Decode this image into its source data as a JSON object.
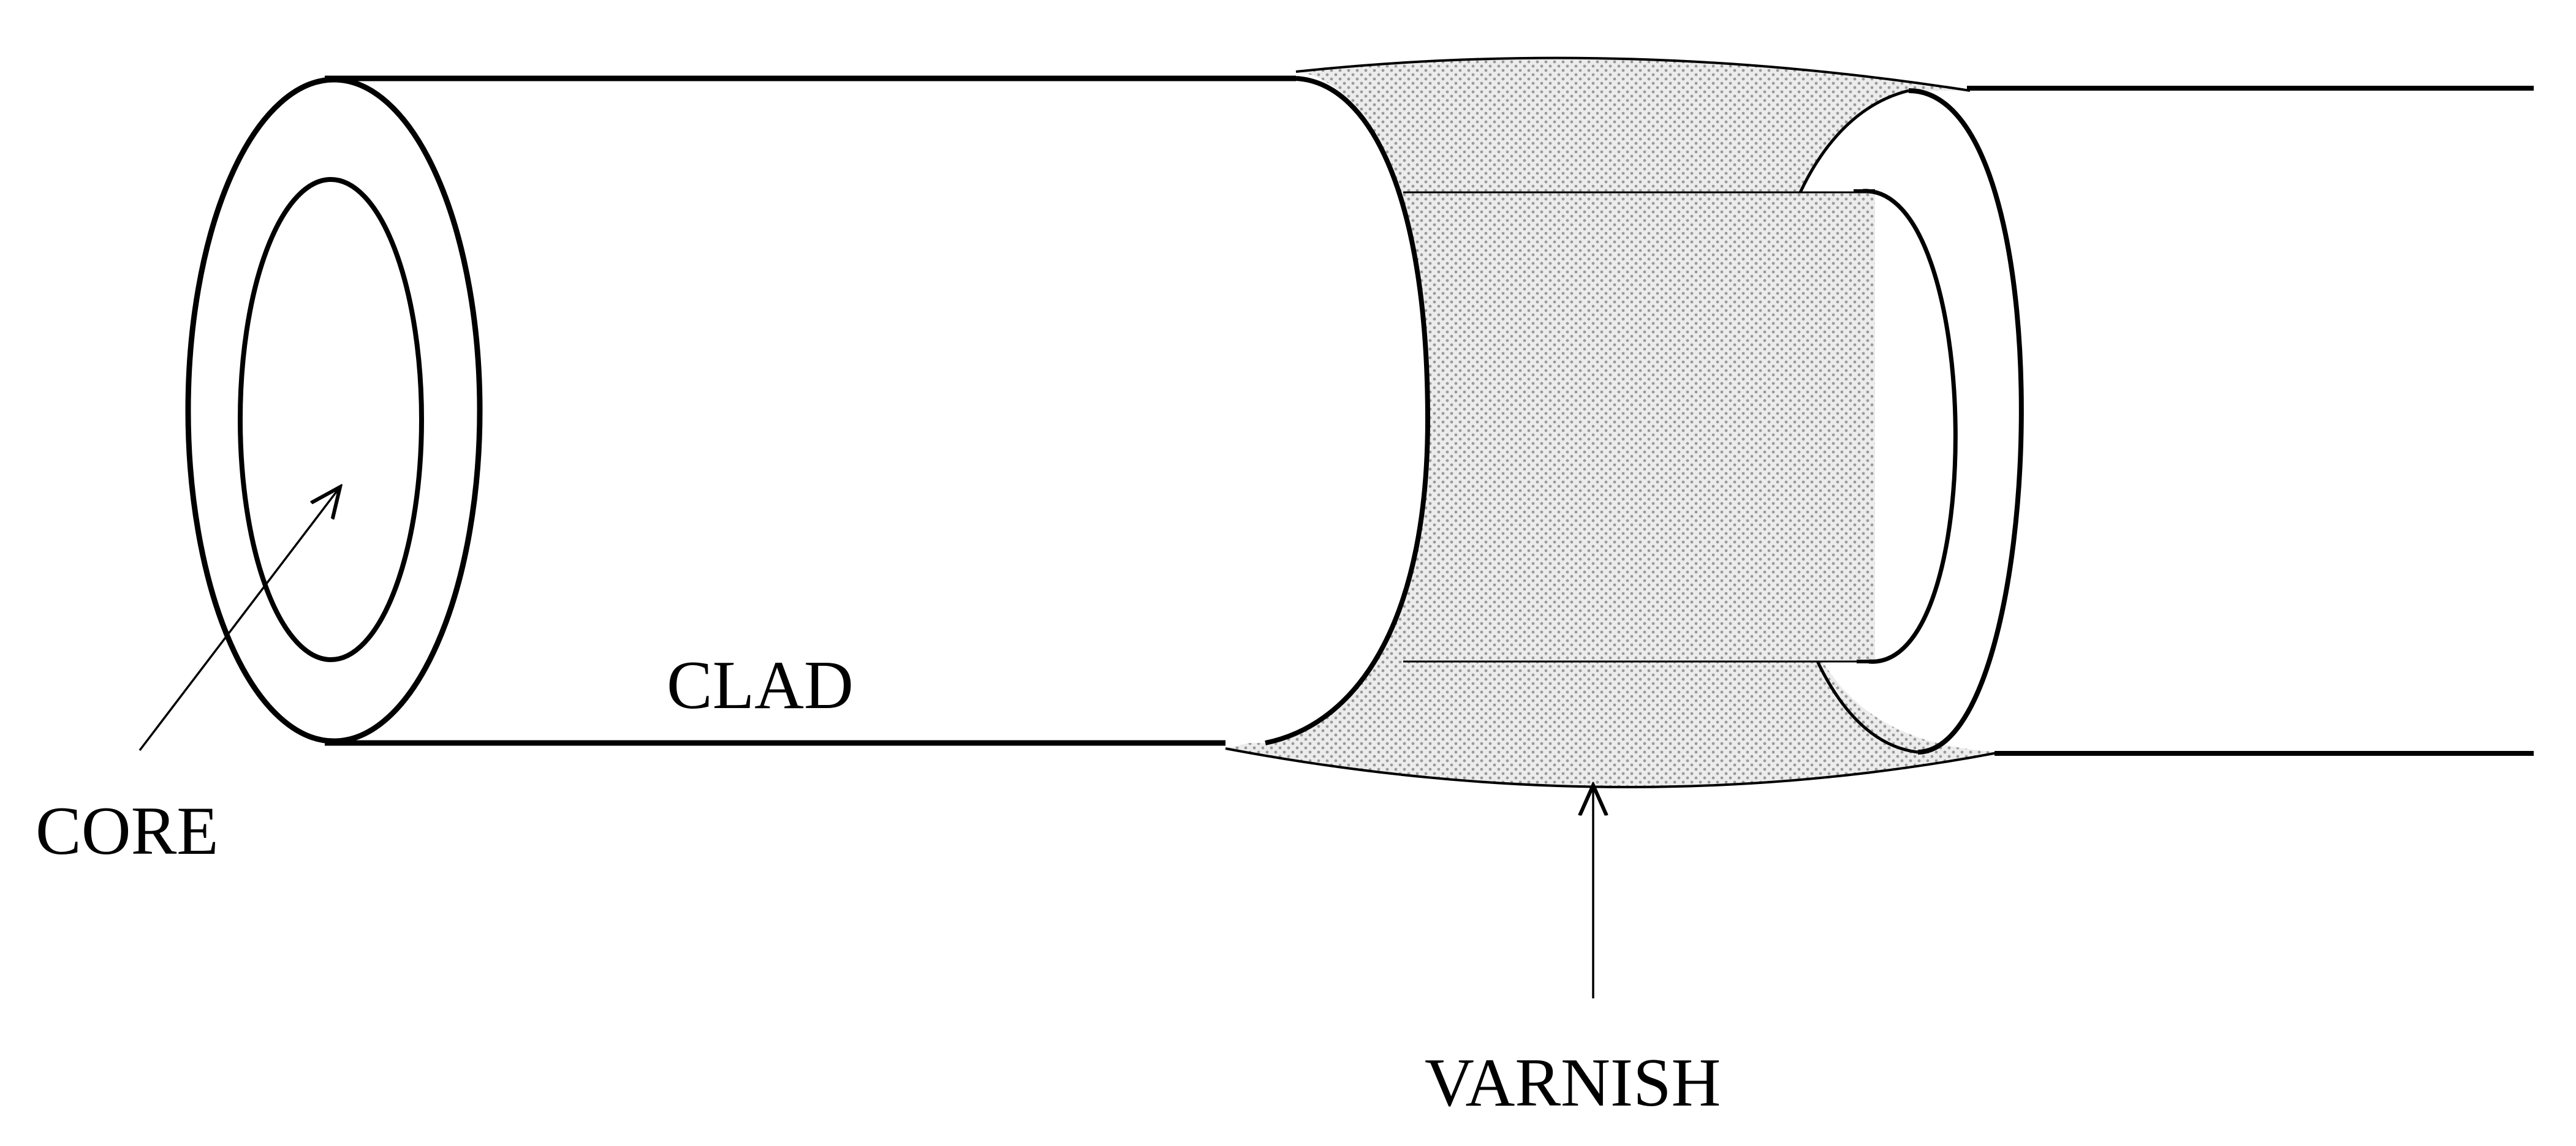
{
  "diagram": {
    "labels": {
      "core": "CORE",
      "clad": "CLAD",
      "varnish": "VARNISH"
    },
    "colors": {
      "ink": "#000000",
      "background": "#ffffff",
      "varnish_fill": "#e9e9e9",
      "varnish_dots": "#9a9a9a"
    }
  }
}
